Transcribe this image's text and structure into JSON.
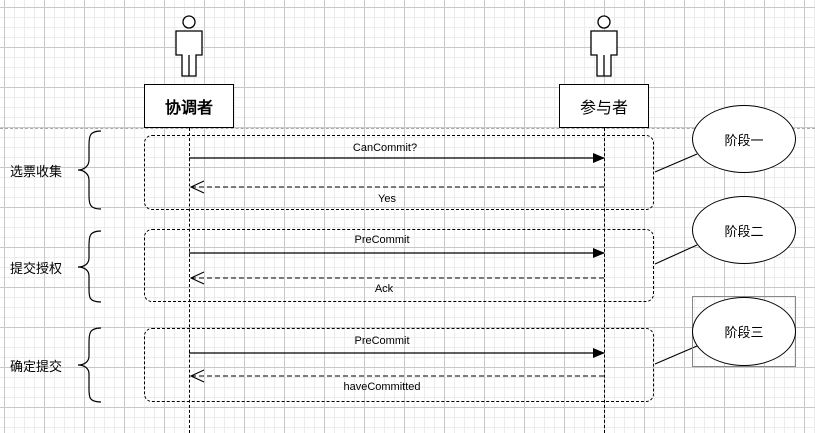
{
  "participants": {
    "coordinator": "协调者",
    "participant": "参与者"
  },
  "phases": [
    {
      "label": "选票收集",
      "badge": "阶段一",
      "request": "CanCommit?",
      "reply": "Yes"
    },
    {
      "label": "提交授权",
      "badge": "阶段二",
      "request": "PreCommit",
      "reply": "Ack"
    },
    {
      "label": "确定提交",
      "badge": "阶段三",
      "request": "PreCommit",
      "reply": "haveCommitted"
    }
  ]
}
